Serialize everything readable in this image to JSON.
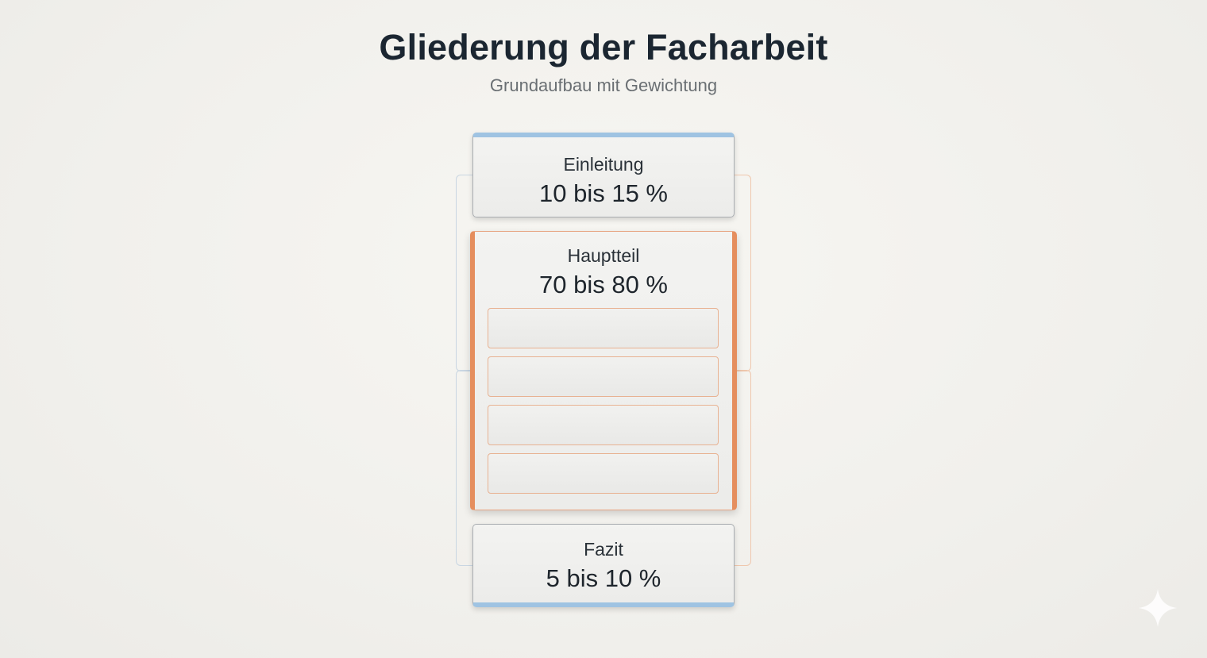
{
  "header": {
    "title": "Gliederung der Facharbeit",
    "subtitle": "Grundaufbau mit Gewichtung"
  },
  "sections": [
    {
      "label": "Einleitung",
      "value": "10 bis 15 %",
      "accent": "#9fc3e2"
    },
    {
      "label": "Hauptteil",
      "value": "70 bis 80 %",
      "accent": "#e58e5e",
      "subsection_count": 4
    },
    {
      "label": "Fazit",
      "value": "5 bis 10 %",
      "accent": "#9fc3e2"
    }
  ],
  "colors": {
    "background": "#f3f2ee",
    "title": "#1b2631",
    "subtitle": "#6a6f73",
    "blue_accent": "#9fc3e2",
    "orange_accent": "#e58e5e"
  },
  "icons": {
    "watermark": "sparkle-icon"
  }
}
